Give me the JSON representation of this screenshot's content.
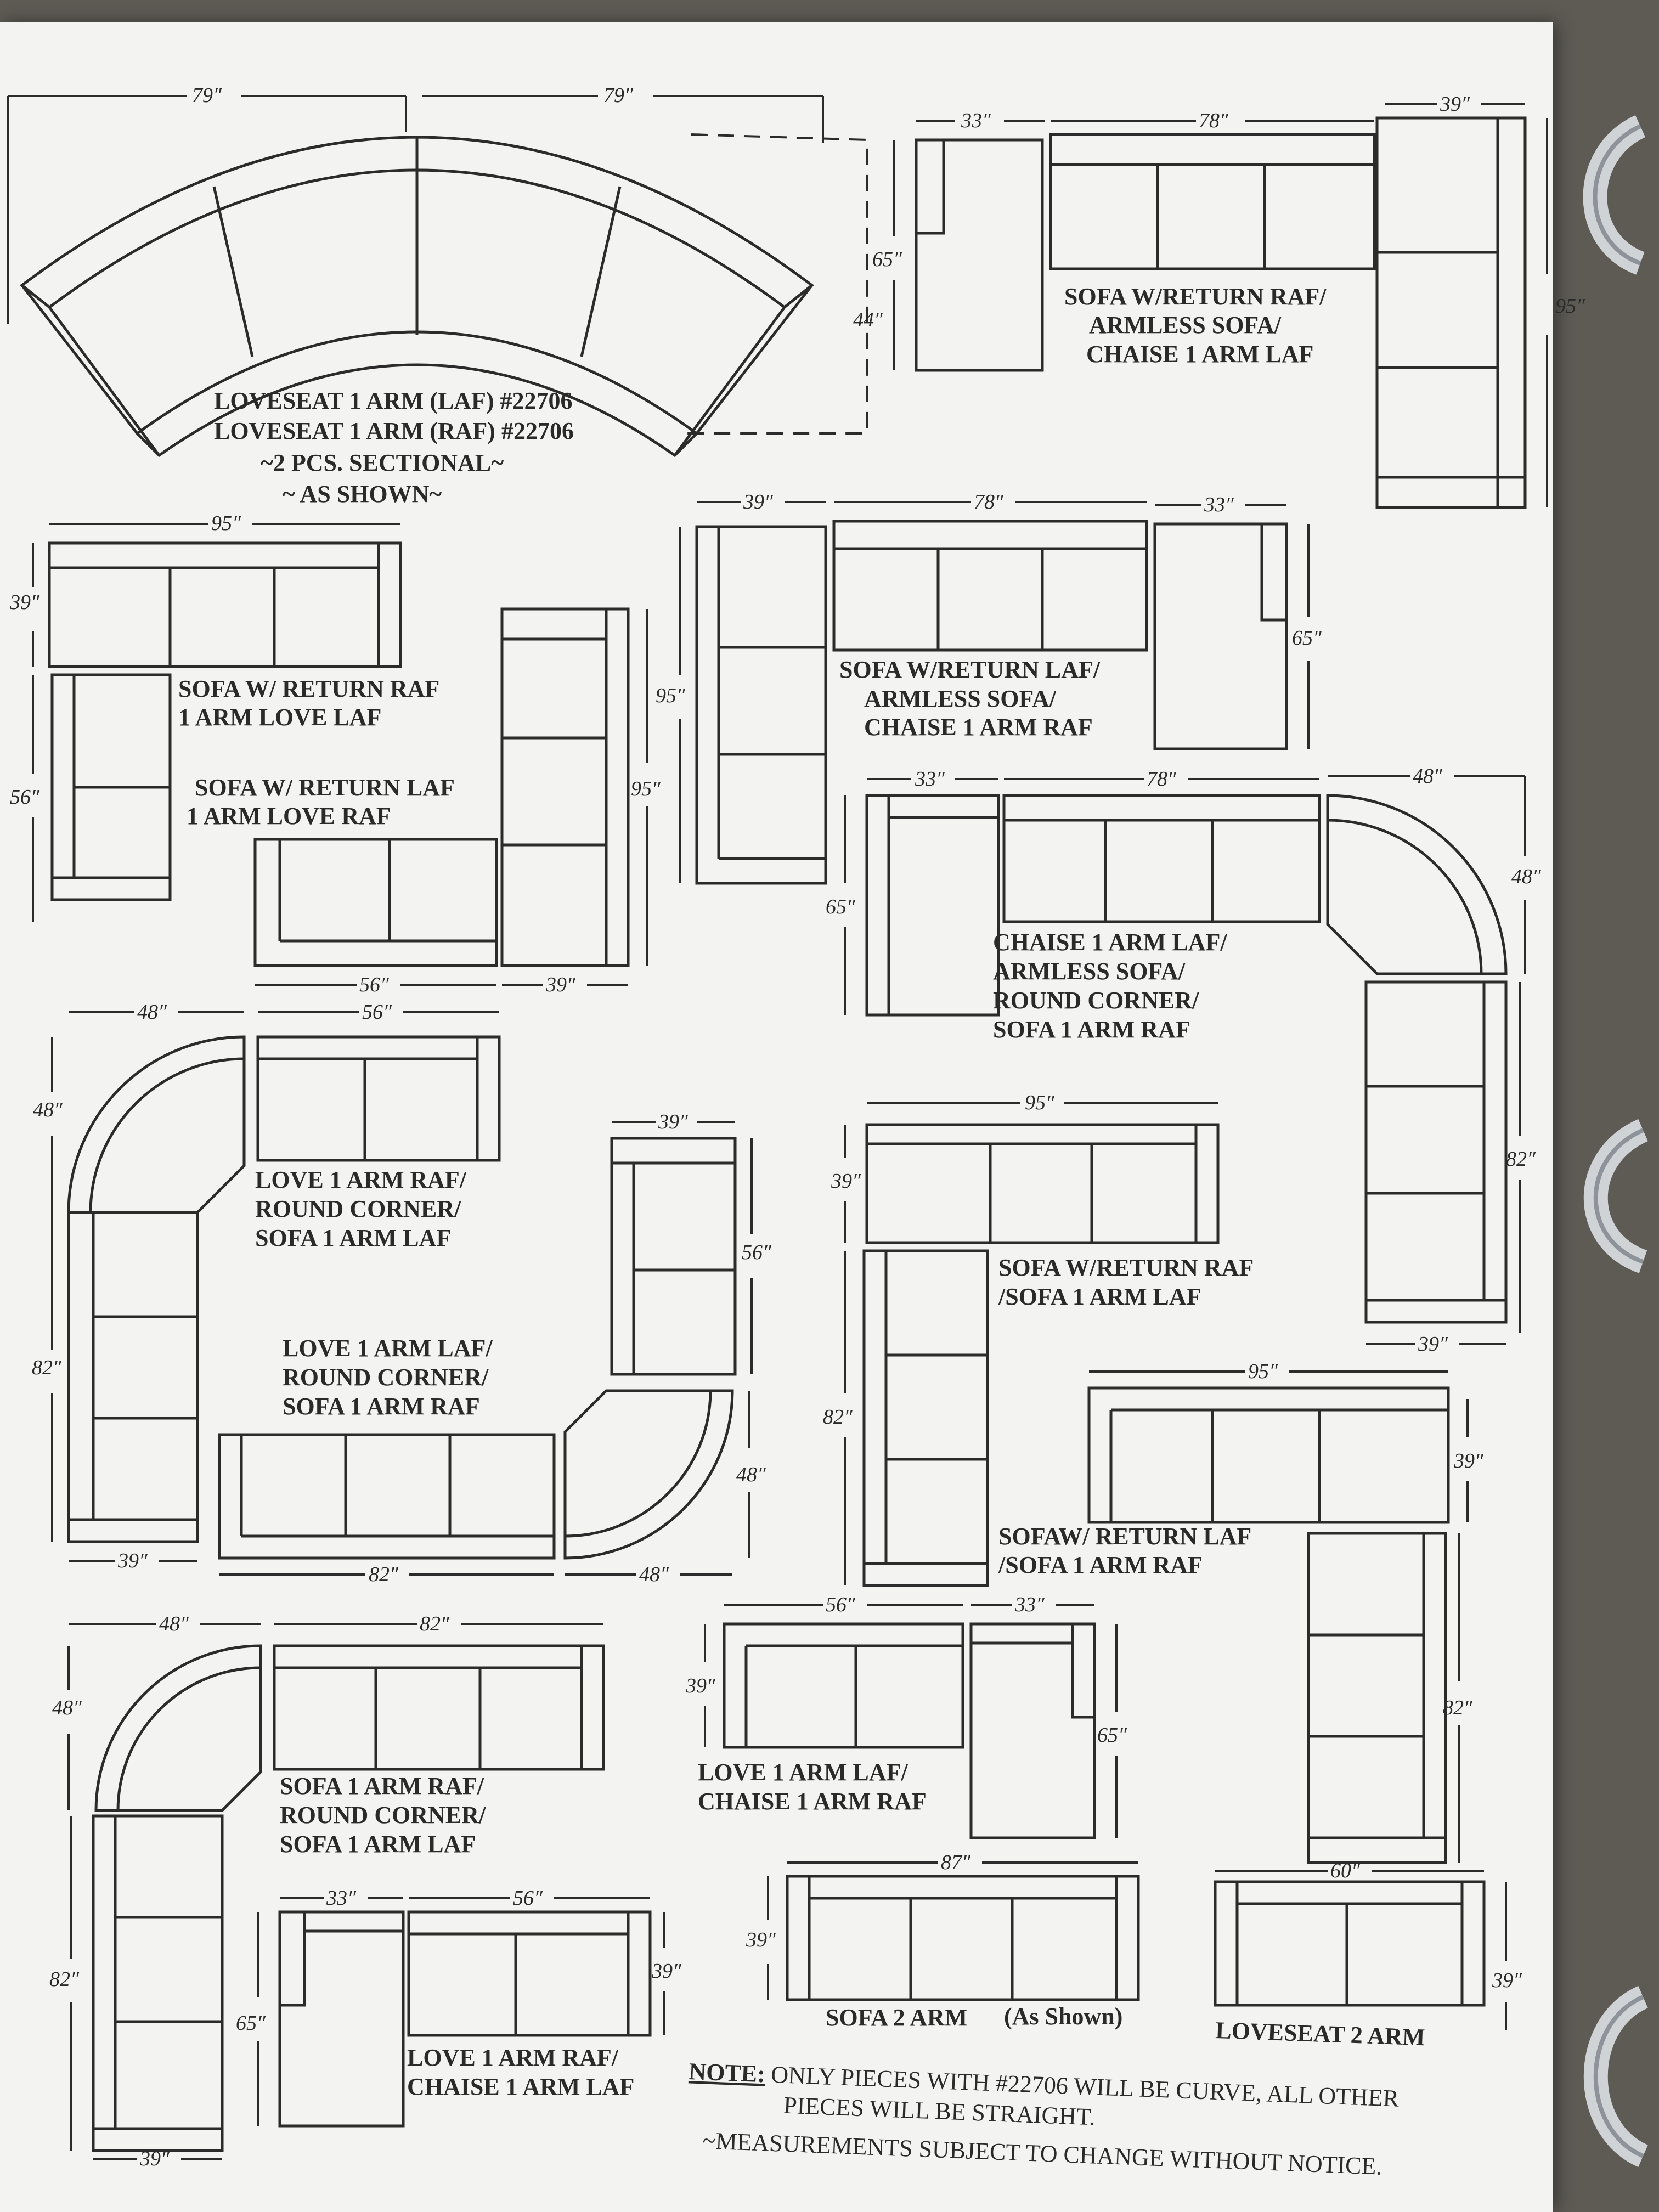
{
  "labels": {
    "curved": [
      "LOVESEAT 1 ARM (LAF) #22706",
      "LOVESEAT 1 ARM (RAF) #22706",
      "~2 PCS. SECTIONAL~",
      "~ AS SHOWN~"
    ],
    "top_right": [
      "SOFA W/RETURN RAF/",
      "ARMLESS SOFA/",
      "CHAISE 1 ARM LAF"
    ],
    "return_raf_love_laf": [
      "SOFA W/ RETURN RAF",
      "1 ARM LOVE LAF"
    ],
    "return_laf_love_raf": [
      "SOFA  W/ RETURN LAF",
      "1 ARM LOVE RAF"
    ],
    "mid_right": [
      "SOFA W/RETURN LAF/",
      "ARMLESS SOFA/",
      "CHAISE 1 ARM RAF"
    ],
    "chaise_corner": [
      "CHAISE 1 ARM LAF/",
      "ARMLESS SOFA/",
      "ROUND CORNER/",
      "SOFA 1 ARM RAF"
    ],
    "love_raf_corner": [
      "LOVE 1 ARM RAF/",
      "ROUND CORNER/",
      "SOFA 1 ARM LAF"
    ],
    "love_laf_corner": [
      "LOVE 1 ARM LAF/",
      "ROUND CORNER/",
      "SOFA 1 ARM RAF"
    ],
    "sofa_return_raf": [
      "SOFA W/RETURN RAF",
      "/SOFA 1 ARM LAF"
    ],
    "sofa_return_laf": [
      "SOFAW/ RETURN LAF",
      "/SOFA 1 ARM RAF"
    ],
    "sofa_corner": [
      "SOFA 1 ARM RAF/",
      "ROUND CORNER/",
      "SOFA 1 ARM LAF"
    ],
    "love_chaise_raf": [
      "LOVE 1 ARM LAF/",
      "CHAISE 1 ARM RAF"
    ],
    "love_chaise_laf": [
      "LOVE 1 ARM RAF/",
      "CHAISE 1 ARM LAF"
    ],
    "sofa2": "SOFA 2 ARM",
    "sofa2_note": "(As Shown)",
    "loveseat2": "LOVESEAT 2 ARM"
  },
  "note": {
    "prefix": "NOTE:",
    "line1": " ONLY PIECES WITH #22706 WILL BE CURVE, ALL OTHER",
    "line2": "PIECES WILL BE STRAIGHT.",
    "line3": "~MEASUREMENTS SUBJECT TO CHANGE WITHOUT NOTICE."
  },
  "dims": {
    "d79": "79″",
    "d78": "78″",
    "d33": "33″",
    "d39": "39″",
    "d95": "95″",
    "d65": "65″",
    "d44": "44″",
    "d56": "56″",
    "d48": "48″",
    "d82": "82″",
    "d87": "87″",
    "d60": "60″"
  },
  "colors": {
    "ink": "#2b2b2b",
    "paper": "#f3f3f2"
  }
}
